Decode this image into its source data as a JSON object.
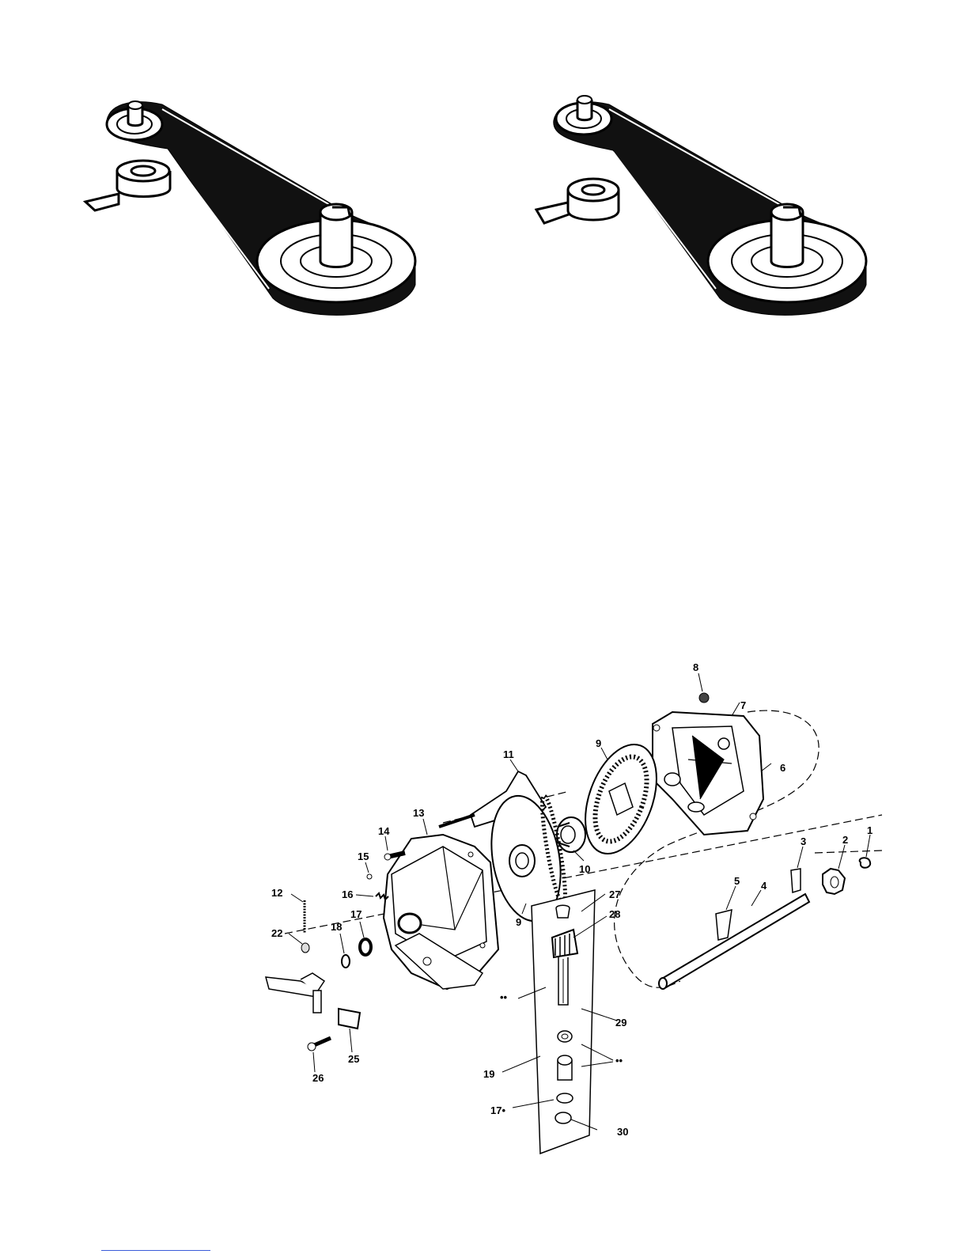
{
  "figures": {
    "pulley_left": {
      "name": "belt-drive-left"
    },
    "pulley_right": {
      "name": "belt-drive-right"
    },
    "exploded": {
      "name": "transmission-exploded-view"
    }
  },
  "callouts": {
    "c1": "1",
    "c2": "2",
    "c3": "3",
    "c4": "4",
    "c5": "5",
    "c6": "6",
    "c7": "7",
    "c8": "8",
    "c9a": "9",
    "c9b": "9",
    "c10": "10",
    "c11": "11",
    "c12": "12",
    "c13": "13",
    "c14": "14",
    "c15": "15",
    "c16": "16",
    "c17": "17",
    "c18": "18",
    "c19": "19",
    "c22": "22",
    "c25": "25",
    "c26": "26",
    "c27": "27",
    "c28": "28",
    "c29": "29",
    "c30": "30",
    "c17s": "17•",
    "dots_a": "••",
    "dots_b": "••"
  }
}
